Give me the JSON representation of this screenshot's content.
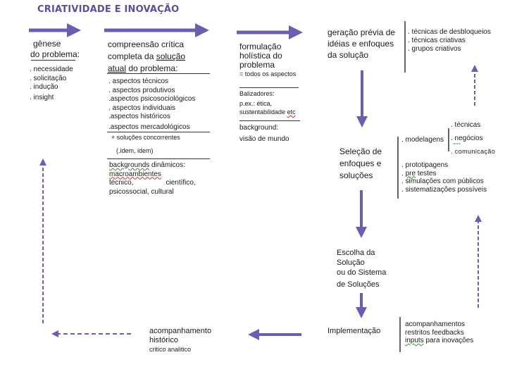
{
  "title": "CRIATIVIDADE E INOVAÇÃO",
  "colors": {
    "accent": "#6a5fae",
    "title": "#5b4f9b",
    "rule": "#333333"
  },
  "genese": {
    "heading": [
      "gênese",
      "do problema:"
    ],
    "items": [
      ". necessidade",
      ". solicitação",
      ". indução",
      ". insight"
    ]
  },
  "compreensao": {
    "heading_l1": "compreensão  crítica",
    "heading_l2a": "completa  da ",
    "heading_l2b": "solução",
    "heading_l3a": "atual",
    "heading_l3b": "  do problema:",
    "aspects": [
      ". aspectos técnicos",
      ". aspectos produtivos",
      ".aspectos psicosociológicos",
      ". aspectos individuais",
      ".aspectos históricos",
      ".aspectos mercadológicos"
    ],
    "concorrentes": "+ soluções concorrentes",
    "idem": "(.idem, idem)",
    "bg_a": "backgrounds",
    "bg_b": " dinâmicos:",
    "macro": "macroambientes",
    "tecnico": "técnico,",
    "cientifico": "científico,",
    "psico": "psicossocial, cultural"
  },
  "formulacao": {
    "heading": [
      "formulação",
      "holística  do",
      "problema"
    ],
    "note": "= todos os aspectos",
    "balizadores": "Balizadores:",
    "pex": "p.ex.: ética,",
    "sust_a": "sustentabilidade ",
    "sust_b": "etc",
    "background": "background:",
    "visao": "visão de mundo"
  },
  "geracao": {
    "heading": [
      "geração  prévia de",
      "idéias  e  enfoques",
      "da solução"
    ],
    "items": [
      ". técnicas de desbloqueios",
      ". técnicas criativas",
      ". grupos criativos"
    ]
  },
  "selecao": {
    "heading": [
      "Seleção de",
      "enfoques e",
      "soluções"
    ],
    "modelagens": ". modelagens",
    "sub": [
      ". técnicas",
      ". negócios",
      ". comunicação"
    ],
    "marker": "sector",
    "prototipagens": ". prototipagens",
    "pre_a": ". ",
    "pre_b": "pre",
    "pre_c": " testes",
    "simulacoes": ". simulações com públicos",
    "sistematizacoes": ". sistematizações possíveis"
  },
  "escolha": {
    "heading": [
      "Escolha da",
      "Solução",
      "ou do Sistema",
      "de Soluções"
    ]
  },
  "implementacao": {
    "heading": "Implementação",
    "items": [
      "acompanhamentos",
      "restritos feedbacks"
    ],
    "inputs_a": "inputs",
    "inputs_b": " para inovações"
  },
  "acompanhamento": {
    "heading": [
      "acompanhamento",
      "histórico"
    ],
    "sub": "critico analitico"
  }
}
